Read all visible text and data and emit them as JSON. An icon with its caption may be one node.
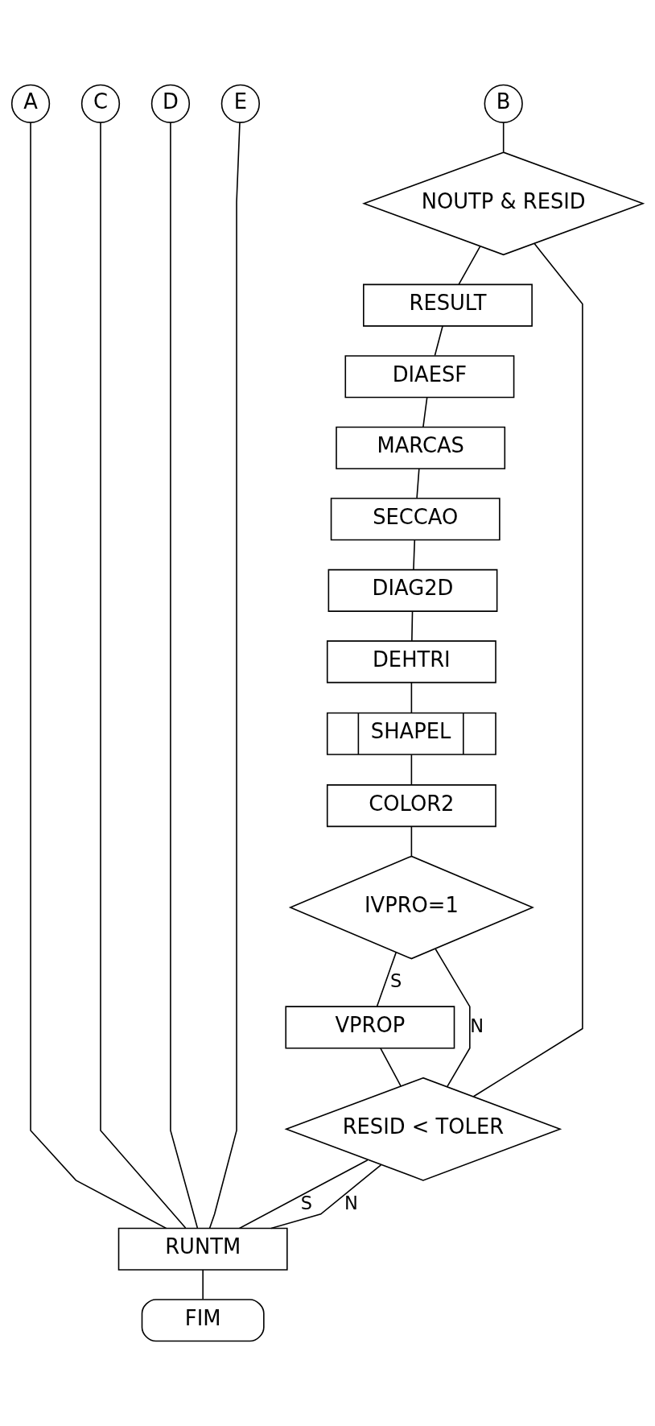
{
  "diagram": {
    "nodes": [
      {
        "text": [
          "A"
        ]
      },
      {
        "text": [
          "C"
        ]
      },
      {
        "text": [
          "D"
        ]
      },
      {
        "text": [
          "E"
        ]
      },
      {
        "text": [
          "B"
        ]
      },
      {
        "text": [
          "NOUTP & RESID"
        ]
      },
      {
        "text": [
          "RESULT"
        ]
      },
      {
        "text": [
          "DIAESF"
        ]
      },
      {
        "text": [
          "MARCAS"
        ]
      },
      {
        "text": [
          "SECCAO"
        ]
      },
      {
        "text": [
          "DIAG2D"
        ]
      },
      {
        "text": [
          "DEHTRI"
        ]
      },
      {
        "text": [
          "SHAPEL"
        ]
      },
      {
        "text": [
          "COLOR2"
        ]
      },
      {
        "text": [
          "IVPRO=1"
        ]
      },
      {
        "text": [
          "VPROP"
        ]
      },
      {
        "text": [
          "RESID < TOLER"
        ]
      },
      {
        "text": [
          "RUNTM"
        ]
      },
      {
        "text": [
          "FIM"
        ]
      }
    ],
    "edges": [
      {
        "from": 4,
        "to": 5,
        "arrow": "none"
      },
      {
        "from": 5,
        "to": 6,
        "arrow": "none"
      },
      {
        "from": 5,
        "to": 16,
        "arrow": "none"
      },
      {
        "from": 6,
        "to": 7,
        "arrow": "none"
      },
      {
        "from": 7,
        "to": 8,
        "arrow": "none"
      },
      {
        "from": 8,
        "to": 9,
        "arrow": "none"
      },
      {
        "from": 9,
        "to": 10,
        "arrow": "none"
      },
      {
        "from": 10,
        "to": 11,
        "arrow": "none"
      },
      {
        "from": 11,
        "to": 12,
        "arrow": "none"
      },
      {
        "from": 12,
        "to": 13,
        "arrow": "none"
      },
      {
        "from": 13,
        "to": 14,
        "arrow": "none"
      },
      {
        "from": 14,
        "to": 15,
        "label": "S",
        "arrow": "none"
      },
      {
        "from": 14,
        "to": 16,
        "label": "N",
        "arrow": "none"
      },
      {
        "from": 15,
        "to": 16,
        "arrow": "none"
      },
      {
        "from": 16,
        "to": 17,
        "label": "S",
        "arrow": "none"
      },
      {
        "from": 16,
        "to": 17,
        "label": "N",
        "arrow": "none"
      },
      {
        "from": 3,
        "to": 17,
        "arrow": "none"
      },
      {
        "from": 2,
        "to": 17,
        "arrow": "none"
      },
      {
        "from": 1,
        "to": 17,
        "arrow": "none"
      },
      {
        "from": 0,
        "to": 17,
        "arrow": "none"
      },
      {
        "from": 17,
        "to": 18,
        "arrow": "none"
      }
    ]
  }
}
